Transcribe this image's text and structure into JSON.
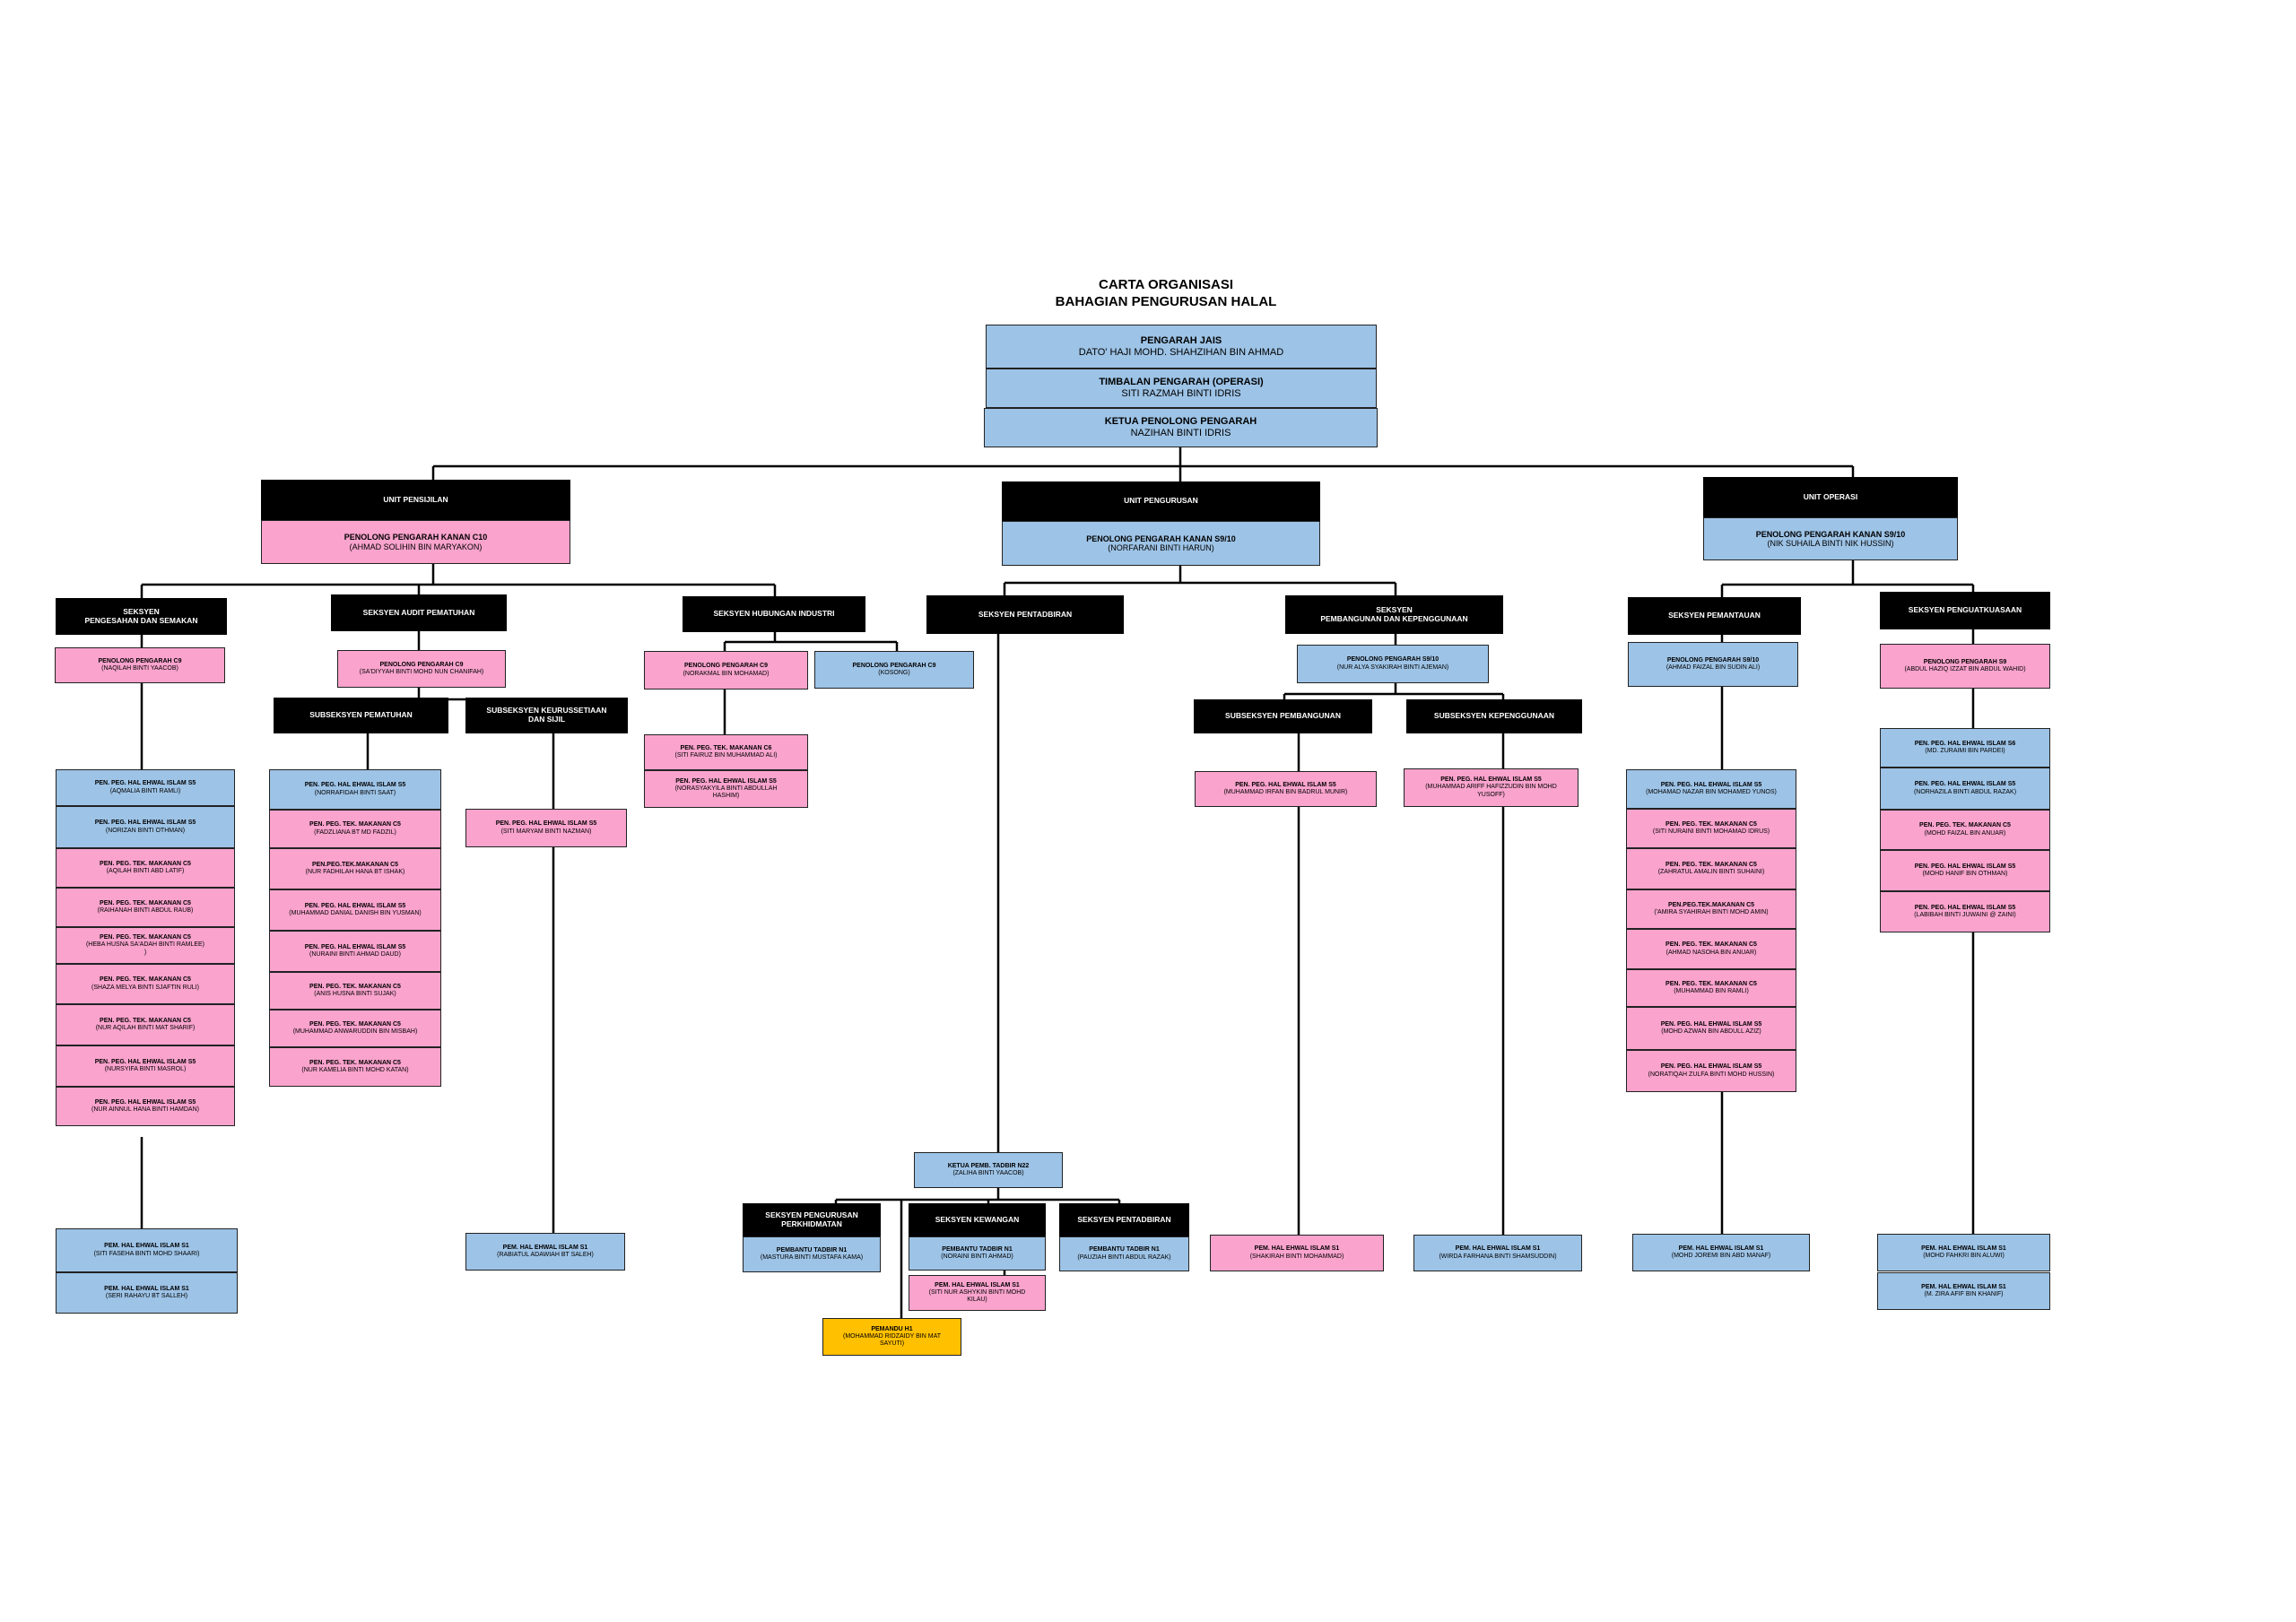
{
  "title": {
    "line1": "CARTA ORGANISASI",
    "line2": "BAHAGIAN PENGURUSAN HALAL"
  },
  "colors": {
    "blue": "#9dc3e6",
    "pink": "#f9a3cd",
    "black": "#000000",
    "orange": "#ffc000"
  },
  "top": {
    "pengarah": {
      "title": "PENGARAH JAIS",
      "name": "DATO' HAJI MOHD. SHAHZIHAN BIN AHMAD"
    },
    "timbalan": {
      "title": "TIMBALAN PENGARAH (OPERASI)",
      "name": "SITI RAZMAH BINTI IDRIS"
    },
    "ketua": {
      "title": "KETUA PENOLONG PENGARAH",
      "name": "NAZIHAN BINTI IDRIS"
    }
  },
  "units": {
    "pensijilan": {
      "label": "UNIT PENSIJILAN",
      "head": {
        "title": "PENOLONG PENGARAH KANAN C10",
        "name": "(AHMAD SOLIHIN BIN MARYAKON)"
      },
      "pengesahan": {
        "label": "SEKSYEN\nPENGESAHAN DAN SEMAKAN",
        "head": {
          "title": "PENOLONG PENGARAH C9",
          "name": "(NAQILAH BINTI YAACOB)"
        },
        "staff": [
          {
            "title": "PEN. PEG. HAL EHWAL ISLAM S5",
            "name": "(AQMALIA BINTI RAMLI)",
            "color": "blue"
          },
          {
            "title": "PEN. PEG. HAL EHWAL ISLAM S5",
            "name": "(NORIZAN BINTI OTHMAN)",
            "color": "blue"
          },
          {
            "title": "PEN. PEG. TEK. MAKANAN C5",
            "name": "(AQILAH BINTI ABD LATIF)",
            "color": "pink"
          },
          {
            "title": "PEN. PEG. TEK. MAKANAN C5",
            "name": "(RAIHANAH BINTI ABDUL RAUB)",
            "color": "pink"
          },
          {
            "title": "PEN. PEG. TEK. MAKANAN C5",
            "name": "(HEBA HUSNA SA'ADAH BINTI RAMLEE)\n)",
            "color": "pink"
          },
          {
            "title": "PEN. PEG. TEK. MAKANAN C5",
            "name": "(SHAZA MELYA BINTI SJAFTIN RULI)",
            "color": "pink"
          },
          {
            "title": "PEN. PEG. TEK. MAKANAN C5",
            "name": "(NUR AQILAH BINTI MAT SHARIF)",
            "color": "pink"
          },
          {
            "title": "PEN. PEG. HAL EHWAL ISLAM S5",
            "name": "(NURSYIFA BINTI MASROL)",
            "color": "pink"
          },
          {
            "title": "PEN. PEG. HAL EHWAL ISLAM S5",
            "name": "(NUR AINNUL HANA BINTI HAMDAN)",
            "color": "pink"
          }
        ],
        "bottom": [
          {
            "title": "PEM. HAL EHWAL ISLAM S1",
            "name": "(SITI FASEHA BINTI MOHD SHAARI)"
          },
          {
            "title": "PEM. HAL EHWAL ISLAM S1",
            "name": "(SERI RAHAYU BT SALLEH)"
          }
        ]
      },
      "audit": {
        "label": "SEKSYEN  AUDIT PEMATUHAN",
        "head": {
          "title": "PENOLONG PENGARAH C9",
          "name": "(SA'DIYYAH BINTI MOHD NUN CHANIFAH)"
        },
        "pematuhan": {
          "label": "SUBSEKSYEN  PEMATUHAN",
          "staff": [
            {
              "title": "PEN. PEG. HAL EHWAL ISLAM S5",
              "name": "(NORRAFIDAH BINTI SAAT)",
              "color": "blue"
            },
            {
              "title": "PEN. PEG. TEK. MAKANAN C5",
              "name": "(FADZLIANA BT MD FADZIL)",
              "color": "pink"
            },
            {
              "title": "PEN.PEG.TEK.MAKANAN C5",
              "name": "(NUR FADHILAH HANA BT ISHAK)",
              "color": "pink"
            },
            {
              "title": "PEN. PEG. HAL EHWAL ISLAM S5",
              "name": "(MUHAMMAD DANIAL DANISH BIN YUSMAN)",
              "color": "pink"
            },
            {
              "title": "PEN. PEG. HAL EHWAL ISLAM S5",
              "name": "(NURAINI BINTI AHMAD DAUD)",
              "color": "pink"
            },
            {
              "title": "PEN. PEG. TEK. MAKANAN C5",
              "name": "(ANIS HUSNA BINTI SUJAK)",
              "color": "pink"
            },
            {
              "title": "PEN. PEG. TEK. MAKANAN C5",
              "name": "(MUHAMMAD ANWARUDDIN BIN MISBAH)",
              "color": "pink"
            },
            {
              "title": "PEN. PEG. TEK. MAKANAN C5",
              "name": "(NUR KAMELIA BINTI MOHD KATAN)",
              "color": "pink"
            }
          ]
        },
        "keurusetiaan": {
          "label": "SUBSEKSYEN  KEURUSSETIAAN\nDAN SIJIL",
          "staff": {
            "title": "PEN. PEG. HAL EHWAL ISLAM S5",
            "name": "(SITI MARYAM BINTI NAZMAN)"
          },
          "bottom": {
            "title": "PEM. HAL EHWAL ISLAM S1",
            "name": "(RABIATUL ADAWIAH BT SALEH)"
          }
        }
      },
      "industri": {
        "label": "SEKSYEN HUBUNGAN INDUSTRI",
        "headA": {
          "title": "PENOLONG PENGARAH C9",
          "name": "(NORAKMAL BIN MOHAMAD)"
        },
        "headB": {
          "title": "PENOLONG PENGARAH C9",
          "name": "(KOSONG)"
        },
        "staff": [
          {
            "title": "PEN. PEG. TEK. MAKANAN C6",
            "name": "(SITI FAIRUZ BIN MUHAMMAD ALI)"
          },
          {
            "title": "PEN. PEG. HAL EHWAL ISLAM S5",
            "name": "(NORASYAKYILA BINTI ABDULLAH\nHASHIM)"
          }
        ]
      }
    },
    "pengurusan": {
      "label": "UNIT PENGURUSAN",
      "head": {
        "title": "PENOLONG PENGARAH KANAN S9/10",
        "name": "(NORFARANI BINTI HARUN)"
      },
      "pentadbiran": {
        "label": "SEKSYEN  PENTADBIRAN",
        "ketua": {
          "title": "KETUA PEMB. TADBIR N22",
          "name": "(ZALIHA BINTI YAACOB)"
        },
        "perkhidmatan": {
          "label": "SEKSYEN  PENGURUSAN\nPERKHIDMATAN",
          "staff": {
            "title": "PEMBANTU TADBIR N1",
            "name": "(MASTURA BINTI MUSTAFA KAMA)"
          }
        },
        "kewangan": {
          "label": "SEKSYEN  KEWANGAN",
          "staff": {
            "title": "PEMBANTU TADBIR N1",
            "name": "(NORAINI BINTI AHMAD)"
          },
          "staff2": {
            "title": "PEM. HAL EHWAL ISLAM S1",
            "name": "(SITI NUR ASHYKIN BINTI MOHD\nKILAU)"
          }
        },
        "pentadbiran2": {
          "label": "SEKSYEN  PENTADBIRAN",
          "staff": {
            "title": "PEMBANTU TADBIR N1",
            "name": "(PAUZIAH BINTI ABDUL RAZAK)"
          }
        },
        "pemandu": {
          "title": "PEMANDU H1",
          "name": "(MOHAMMAD RIDZAIDY BIN MAT\nSAYUTI)"
        }
      },
      "pembangunan": {
        "label": "SEKSYEN\nPEMBANGUNAN DAN KEPENGGUNAAN",
        "head": {
          "title": "PENOLONG PENGARAH S9/10",
          "name": "(NUR ALYA SYAKIRAH BINTI AJEMAN)"
        },
        "sub1": {
          "label": "SUBSEKSYEN  PEMBANGUNAN",
          "staff": {
            "title": "PEN. PEG. HAL EHWAL ISLAM S5",
            "name": "(MUHAMMAD IRFAN BIN BADRUL MUNIR)"
          },
          "bottom": {
            "title": "PEM. HAL EHWAL ISLAM S1",
            "name": "(SHAKIRAH BINTI MOHAMMAD)"
          }
        },
        "sub2": {
          "label": "SUBSEKSYEN  KEPENGGUNAAN",
          "staff": {
            "title": "PEN. PEG. HAL EHWAL ISLAM S5",
            "name": "(MUHAMMAD ARIFF HAFIZZUDIN BIN MOHD\nYUSOFF)"
          },
          "bottom": {
            "title": "PEM. HAL EHWAL ISLAM S1",
            "name": "(WIRDA FARHANA BINTI SHAMSUDDIN)"
          }
        }
      }
    },
    "operasi": {
      "label": "UNIT OPERASI",
      "head": {
        "title": "PENOLONG PENGARAH KANAN S9/10",
        "name": "(NIK SUHAILA BINTI NIK HUSSIN)"
      },
      "pemantauan": {
        "label": "SEKSYEN  PEMANTAUAN",
        "head": {
          "title": "PENOLONG PENGARAH S9/10",
          "name": "(AHMAD FAIZAL BIN SUDIN ALI)"
        },
        "staff": [
          {
            "title": "PEN. PEG. HAL EHWAL ISLAM S5",
            "name": "(MOHAMAD NAZAR BIN MOHAMED YUNOS)",
            "color": "blue"
          },
          {
            "title": "PEN. PEG. TEK. MAKANAN C5",
            "name": "(SITI NURAINI BINTI MOHAMAD IDRUS)",
            "color": "pink"
          },
          {
            "title": "PEN. PEG. TEK. MAKANAN C5",
            "name": "(ZAHRATUL AMALIN BINTI SUHAINI)",
            "color": "pink"
          },
          {
            "title": "PEN.PEG.TEK.MAKANAN C5",
            "name": "('AMIRA SYAHIRAH BINTI MOHD AMIN)",
            "color": "pink"
          },
          {
            "title": "PEN. PEG. TEK. MAKANAN C5",
            "name": "(AHMAD NASOHA BIN ANUAR)",
            "color": "pink"
          },
          {
            "title": "PEN. PEG. TEK. MAKANAN C5",
            "name": "(MUHAMMAD BIN RAMLI)",
            "color": "pink"
          },
          {
            "title": "PEN. PEG. HAL EHWAL ISLAM S5",
            "name": "(MOHD AZWAN BIN ABDULL AZIZ)",
            "color": "pink"
          },
          {
            "title": "PEN. PEG. HAL EHWAL ISLAM S5",
            "name": "(NORATIQAH ZULFA BINTI MOHD HUSSIN)",
            "color": "pink"
          }
        ],
        "bottom": {
          "title": "PEM. HAL EHWAL ISLAM S1",
          "name": "(MOHD JOREMI BIN ABD MANAF)"
        }
      },
      "penguatkuasaan": {
        "label": "SEKSYEN  PENGUATKUASAAN",
        "head": {
          "title": "PENOLONG PENGARAH S9",
          "name": "(ABDUL HAZIQ IZZAT BIN ABDUL WAHID)"
        },
        "staff": [
          {
            "title": "PEN. PEG. HAL EHWAL ISLAM S6",
            "name": "(MD. ZURAIMI BIN PARDEI)",
            "color": "blue"
          },
          {
            "title": "PEN. PEG. HAL EHWAL ISLAM S5",
            "name": "(NORHAZILA BINTI ABDUL RAZAK)",
            "color": "blue"
          },
          {
            "title": "PEN. PEG. TEK. MAKANAN C5",
            "name": "(MOHD FAIZAL BIN ANUAR)",
            "color": "pink"
          },
          {
            "title": "PEN. PEG. HAL EHWAL ISLAM S5",
            "name": "(MOHD HANIF BIN OTHMAN)",
            "color": "pink"
          },
          {
            "title": "PEN. PEG. HAL EHWAL ISLAM S5",
            "name": "(LABIBAH BINTI JUWAINI @ ZAINI)",
            "color": "pink"
          }
        ],
        "bottom": [
          {
            "title": "PEM. HAL EHWAL ISLAM S1",
            "name": "(MOHD FAHKRI BIN ALUWI)"
          },
          {
            "title": "PEM. HAL EHWAL ISLAM S1",
            "name": "(M. ZIRA AFIF BIN KHANIF)"
          }
        ]
      }
    }
  }
}
